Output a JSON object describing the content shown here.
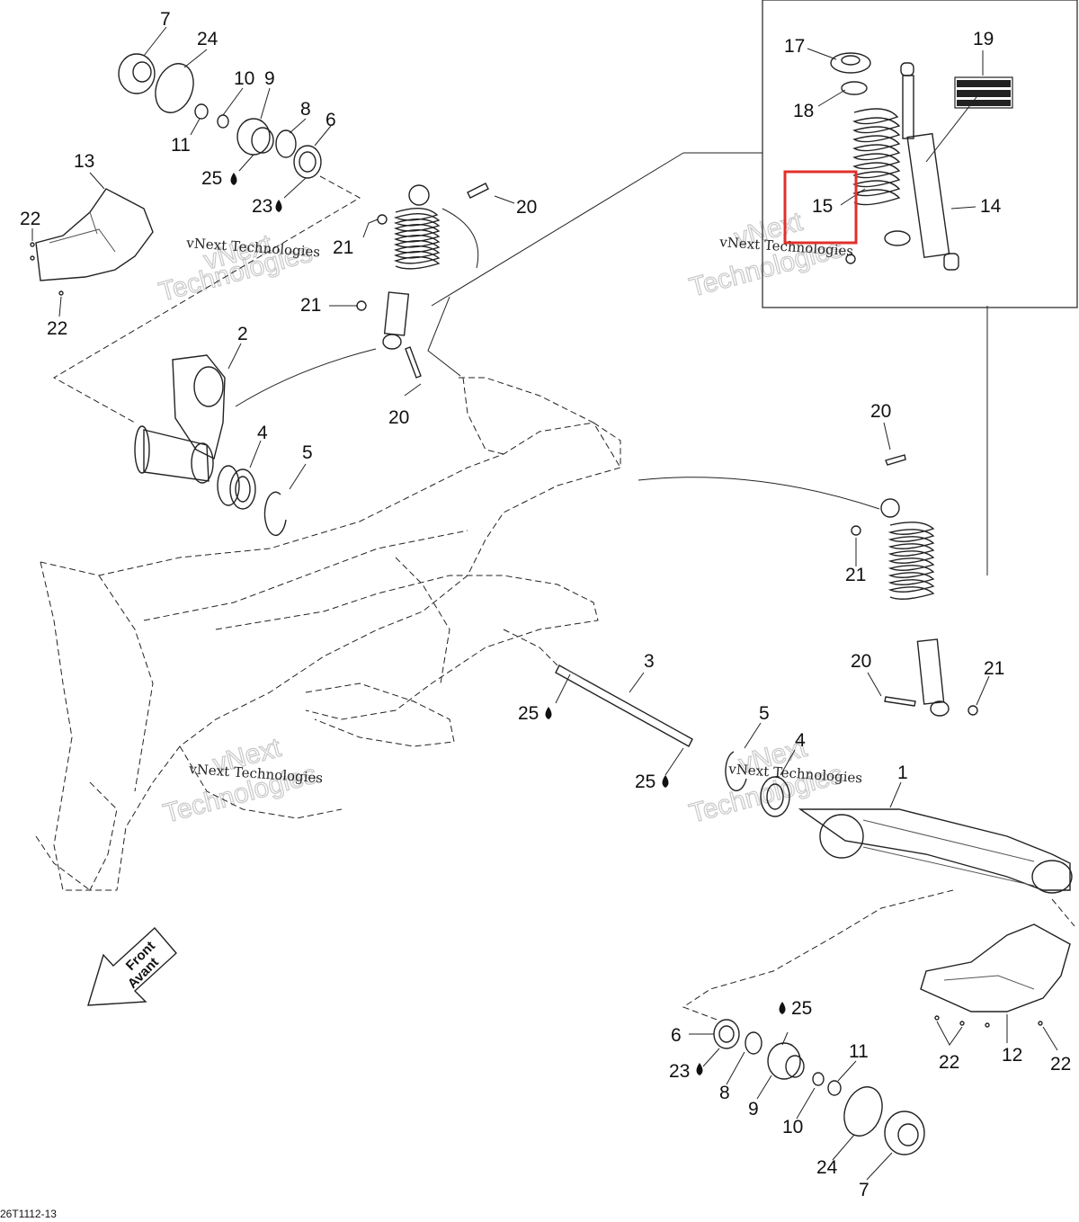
{
  "diagram": {
    "reference_code": "26T1112-13",
    "arrow_text": [
      "Front",
      "Avant"
    ],
    "watermark_lines": [
      "vNext Technologies"
    ],
    "watermark_big": [
      "vNext",
      "Technologies"
    ],
    "highlight_color": "#e0302b",
    "labels": {
      "l1": "1",
      "l2": "2",
      "l3": "3",
      "l4a": "4",
      "l4b": "4",
      "l5a": "5",
      "l5b": "5",
      "l6a": "6",
      "l6b": "6",
      "l7a": "7",
      "l7b": "7",
      "l8a": "8",
      "l8b": "8",
      "l9a": "9",
      "l9b": "9",
      "l10a": "10",
      "l10b": "10",
      "l11a": "11",
      "l11b": "11",
      "l12": "12",
      "l13": "13",
      "l14": "14",
      "l15": "15",
      "l17": "17",
      "l18": "18",
      "l19": "19",
      "l20a": "20",
      "l20b": "20",
      "l20c": "20",
      "l20d": "20",
      "l21a": "21",
      "l21b": "21",
      "l21c": "21",
      "l21d": "21",
      "l22a": "22",
      "l22b": "22",
      "l22c": "22",
      "l22d": "22",
      "l23a": "23",
      "l23b": "23",
      "l24a": "24",
      "l24b": "24",
      "l25a": "25",
      "l25b": "25",
      "l25c": "25",
      "l25d": "25"
    }
  }
}
